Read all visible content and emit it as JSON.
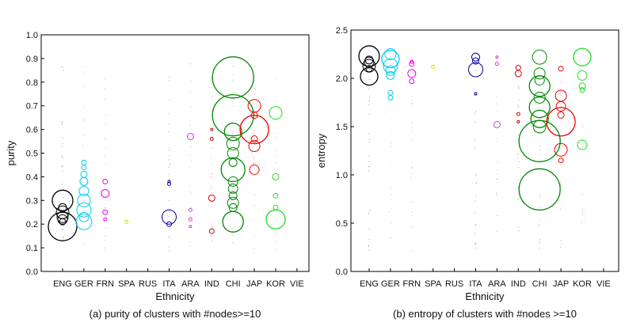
{
  "chart_data": [
    {
      "type": "scatter",
      "title": "",
      "caption": "(a) purity of clusters with #nodes>=10",
      "xlabel": "Ethnicity",
      "ylabel": "purity",
      "categories": [
        "ENG",
        "GER",
        "FRN",
        "SPA",
        "RUS",
        "ITA",
        "ARA",
        "IND",
        "CHI",
        "JAP",
        "KOR",
        "VIE"
      ],
      "ylim": [
        0.0,
        1.0
      ],
      "yticks": [
        "0.0",
        "0.1",
        "0.2",
        "0.3",
        "0.4",
        "0.5",
        "0.6",
        "0.7",
        "0.8",
        "0.9",
        "1.0"
      ],
      "grid": false,
      "points": [
        {
          "cat": "ENG",
          "y": 0.19,
          "size": 18,
          "color": "#000000"
        },
        {
          "cat": "ENG",
          "y": 0.3,
          "size": 13,
          "color": "#000000"
        },
        {
          "cat": "ENG",
          "y": 0.25,
          "size": 8,
          "color": "#000000"
        },
        {
          "cat": "ENG",
          "y": 0.23,
          "size": 7,
          "color": "#000000"
        },
        {
          "cat": "ENG",
          "y": 0.22,
          "size": 6,
          "color": "#000000"
        },
        {
          "cat": "ENG",
          "y": 0.27,
          "size": 5,
          "color": "#000000"
        },
        {
          "cat": "ENG",
          "y": 0.21,
          "size": 4,
          "color": "#000000"
        },
        {
          "cat": "GER",
          "y": 0.21,
          "size": 10,
          "color": "#00ccee"
        },
        {
          "cat": "GER",
          "y": 0.26,
          "size": 9,
          "color": "#00ccee"
        },
        {
          "cat": "GER",
          "y": 0.3,
          "size": 8,
          "color": "#00ccee"
        },
        {
          "cat": "GER",
          "y": 0.34,
          "size": 6,
          "color": "#00ccee"
        },
        {
          "cat": "GER",
          "y": 0.38,
          "size": 5,
          "color": "#00ccee"
        },
        {
          "cat": "GER",
          "y": 0.41,
          "size": 4,
          "color": "#00ccee"
        },
        {
          "cat": "GER",
          "y": 0.44,
          "size": 3,
          "color": "#00ccee"
        },
        {
          "cat": "GER",
          "y": 0.46,
          "size": 3,
          "color": "#00ccee"
        },
        {
          "cat": "GER",
          "y": 0.23,
          "size": 6,
          "color": "#00ccee"
        },
        {
          "cat": "FRN",
          "y": 0.33,
          "size": 5,
          "color": "#ee00ee"
        },
        {
          "cat": "FRN",
          "y": 0.38,
          "size": 3,
          "color": "#ee00ee"
        },
        {
          "cat": "FRN",
          "y": 0.25,
          "size": 3,
          "color": "#ee00ee"
        },
        {
          "cat": "FRN",
          "y": 0.22,
          "size": 2,
          "color": "#ee00ee"
        },
        {
          "cat": "SPA",
          "y": 0.21,
          "size": 2,
          "color": "#dddd00"
        },
        {
          "cat": "ITA",
          "y": 0.23,
          "size": 9,
          "color": "#000099"
        },
        {
          "cat": "ITA",
          "y": 0.2,
          "size": 3,
          "color": "#000099"
        },
        {
          "cat": "ITA",
          "y": 0.37,
          "size": 2,
          "color": "#000099"
        },
        {
          "cat": "ITA",
          "y": 0.38,
          "size": 1.5,
          "color": "#000099"
        },
        {
          "cat": "ARA",
          "y": 0.57,
          "size": 4,
          "color": "#cc44cc"
        },
        {
          "cat": "ARA",
          "y": 0.26,
          "size": 2,
          "color": "#cc44cc"
        },
        {
          "cat": "ARA",
          "y": 0.22,
          "size": 2,
          "color": "#cc44cc"
        },
        {
          "cat": "ARA",
          "y": 0.19,
          "size": 1.5,
          "color": "#cc44cc"
        },
        {
          "cat": "IND",
          "y": 0.31,
          "size": 4,
          "color": "#cc0000"
        },
        {
          "cat": "IND",
          "y": 0.17,
          "size": 3,
          "color": "#cc0000"
        },
        {
          "cat": "IND",
          "y": 0.56,
          "size": 2,
          "color": "#cc0000"
        },
        {
          "cat": "IND",
          "y": 0.6,
          "size": 1.5,
          "color": "#cc0000"
        },
        {
          "cat": "CHI",
          "y": 0.82,
          "size": 26,
          "color": "#008800"
        },
        {
          "cat": "CHI",
          "y": 0.66,
          "size": 26,
          "color": "#008800"
        },
        {
          "cat": "CHI",
          "y": 0.43,
          "size": 15,
          "color": "#008800"
        },
        {
          "cat": "CHI",
          "y": 0.21,
          "size": 13,
          "color": "#008800"
        },
        {
          "cat": "CHI",
          "y": 0.59,
          "size": 11,
          "color": "#008800"
        },
        {
          "cat": "CHI",
          "y": 0.54,
          "size": 8,
          "color": "#008800"
        },
        {
          "cat": "CHI",
          "y": 0.5,
          "size": 7,
          "color": "#008800"
        },
        {
          "cat": "CHI",
          "y": 0.38,
          "size": 6,
          "color": "#008800"
        },
        {
          "cat": "CHI",
          "y": 0.35,
          "size": 6,
          "color": "#008800"
        },
        {
          "cat": "CHI",
          "y": 0.32,
          "size": 5,
          "color": "#008800"
        },
        {
          "cat": "CHI",
          "y": 0.29,
          "size": 7,
          "color": "#008800"
        },
        {
          "cat": "CHI",
          "y": 0.27,
          "size": 5,
          "color": "#008800"
        },
        {
          "cat": "CHI",
          "y": 0.46,
          "size": 5,
          "color": "#008800"
        },
        {
          "cat": "JAP",
          "y": 0.6,
          "size": 18,
          "color": "#ee0000"
        },
        {
          "cat": "JAP",
          "y": 0.7,
          "size": 8,
          "color": "#ee0000"
        },
        {
          "cat": "JAP",
          "y": 0.53,
          "size": 7,
          "color": "#ee0000"
        },
        {
          "cat": "JAP",
          "y": 0.43,
          "size": 6,
          "color": "#ee0000"
        },
        {
          "cat": "JAP",
          "y": 0.66,
          "size": 4,
          "color": "#ee0000"
        },
        {
          "cat": "JAP",
          "y": 0.56,
          "size": 4,
          "color": "#ee0000"
        },
        {
          "cat": "KOR",
          "y": 0.22,
          "size": 12,
          "color": "#22dd22"
        },
        {
          "cat": "KOR",
          "y": 0.67,
          "size": 8,
          "color": "#22dd22"
        },
        {
          "cat": "KOR",
          "y": 0.4,
          "size": 4,
          "color": "#22dd22"
        },
        {
          "cat": "KOR",
          "y": 0.32,
          "size": 3,
          "color": "#22dd22"
        },
        {
          "cat": "KOR",
          "y": 0.27,
          "size": 3,
          "color": "#22dd22"
        }
      ]
    },
    {
      "type": "scatter",
      "title": "",
      "caption": "(b) entropy of clusters with #nodes >=10",
      "xlabel": "Ethnicity",
      "ylabel": "entropy",
      "categories": [
        "ENG",
        "GER",
        "FRN",
        "SPA",
        "RUS",
        "ITA",
        "ARA",
        "IND",
        "CHI",
        "JAP",
        "KOR",
        "VIE"
      ],
      "ylim": [
        0.0,
        2.5
      ],
      "yticks": [
        "0.0",
        "0.5",
        "1.0",
        "1.5",
        "2.0",
        "2.5"
      ],
      "grid": false,
      "points": [
        {
          "cat": "ENG",
          "y": 2.23,
          "size": 13,
          "color": "#000000"
        },
        {
          "cat": "ENG",
          "y": 2.02,
          "size": 11,
          "color": "#000000"
        },
        {
          "cat": "ENG",
          "y": 2.13,
          "size": 8,
          "color": "#000000"
        },
        {
          "cat": "ENG",
          "y": 2.17,
          "size": 6,
          "color": "#000000"
        },
        {
          "cat": "ENG",
          "y": 2.19,
          "size": 5,
          "color": "#000000"
        },
        {
          "cat": "ENG",
          "y": 2.1,
          "size": 4,
          "color": "#000000"
        },
        {
          "cat": "GER",
          "y": 2.2,
          "size": 11,
          "color": "#00ccee"
        },
        {
          "cat": "GER",
          "y": 2.13,
          "size": 9,
          "color": "#00ccee"
        },
        {
          "cat": "GER",
          "y": 2.25,
          "size": 7,
          "color": "#00ccee"
        },
        {
          "cat": "GER",
          "y": 2.08,
          "size": 6,
          "color": "#00ccee"
        },
        {
          "cat": "GER",
          "y": 2.03,
          "size": 5,
          "color": "#00ccee"
        },
        {
          "cat": "GER",
          "y": 1.85,
          "size": 3,
          "color": "#00ccee"
        },
        {
          "cat": "GER",
          "y": 1.8,
          "size": 3,
          "color": "#00ccee"
        },
        {
          "cat": "FRN",
          "y": 2.05,
          "size": 5,
          "color": "#ee00ee"
        },
        {
          "cat": "FRN",
          "y": 2.15,
          "size": 3,
          "color": "#ee00ee"
        },
        {
          "cat": "FRN",
          "y": 1.97,
          "size": 3,
          "color": "#ee00ee"
        },
        {
          "cat": "FRN",
          "y": 2.17,
          "size": 2,
          "color": "#ee00ee"
        },
        {
          "cat": "SPA",
          "y": 2.12,
          "size": 2,
          "color": "#dddd00"
        },
        {
          "cat": "ITA",
          "y": 2.09,
          "size": 9,
          "color": "#000099"
        },
        {
          "cat": "ITA",
          "y": 2.22,
          "size": 5,
          "color": "#000099"
        },
        {
          "cat": "ITA",
          "y": 2.18,
          "size": 4,
          "color": "#000099"
        },
        {
          "cat": "ITA",
          "y": 1.84,
          "size": 1.5,
          "color": "#000099"
        },
        {
          "cat": "ARA",
          "y": 1.52,
          "size": 4,
          "color": "#cc44cc"
        },
        {
          "cat": "ARA",
          "y": 2.15,
          "size": 2,
          "color": "#cc44cc"
        },
        {
          "cat": "ARA",
          "y": 2.22,
          "size": 1.5,
          "color": "#cc44cc"
        },
        {
          "cat": "IND",
          "y": 2.05,
          "size": 4,
          "color": "#cc0000"
        },
        {
          "cat": "IND",
          "y": 2.11,
          "size": 3,
          "color": "#cc0000"
        },
        {
          "cat": "IND",
          "y": 1.63,
          "size": 2,
          "color": "#cc0000"
        },
        {
          "cat": "IND",
          "y": 1.55,
          "size": 1.5,
          "color": "#cc0000"
        },
        {
          "cat": "CHI",
          "y": 0.85,
          "size": 26,
          "color": "#008800"
        },
        {
          "cat": "CHI",
          "y": 1.35,
          "size": 26,
          "color": "#008800"
        },
        {
          "cat": "CHI",
          "y": 1.7,
          "size": 13,
          "color": "#008800"
        },
        {
          "cat": "CHI",
          "y": 1.92,
          "size": 13,
          "color": "#008800"
        },
        {
          "cat": "CHI",
          "y": 1.58,
          "size": 11,
          "color": "#008800"
        },
        {
          "cat": "CHI",
          "y": 2.22,
          "size": 9,
          "color": "#008800"
        },
        {
          "cat": "CHI",
          "y": 2.05,
          "size": 7,
          "color": "#008800"
        },
        {
          "cat": "CHI",
          "y": 1.8,
          "size": 7,
          "color": "#008800"
        },
        {
          "cat": "CHI",
          "y": 1.5,
          "size": 8,
          "color": "#008800"
        },
        {
          "cat": "CHI",
          "y": 1.98,
          "size": 6,
          "color": "#008800"
        },
        {
          "cat": "JAP",
          "y": 1.55,
          "size": 18,
          "color": "#ee0000"
        },
        {
          "cat": "JAP",
          "y": 1.26,
          "size": 8,
          "color": "#ee0000"
        },
        {
          "cat": "JAP",
          "y": 1.82,
          "size": 7,
          "color": "#ee0000"
        },
        {
          "cat": "JAP",
          "y": 1.71,
          "size": 6,
          "color": "#ee0000"
        },
        {
          "cat": "JAP",
          "y": 1.62,
          "size": 4,
          "color": "#ee0000"
        },
        {
          "cat": "JAP",
          "y": 2.1,
          "size": 3,
          "color": "#ee0000"
        },
        {
          "cat": "JAP",
          "y": 1.15,
          "size": 3,
          "color": "#ee0000"
        },
        {
          "cat": "KOR",
          "y": 2.22,
          "size": 11,
          "color": "#22dd22"
        },
        {
          "cat": "KOR",
          "y": 2.03,
          "size": 6,
          "color": "#22dd22"
        },
        {
          "cat": "KOR",
          "y": 1.31,
          "size": 6,
          "color": "#22dd22"
        },
        {
          "cat": "KOR",
          "y": 1.92,
          "size": 4,
          "color": "#22dd22"
        },
        {
          "cat": "KOR",
          "y": 1.88,
          "size": 3,
          "color": "#22dd22"
        }
      ]
    }
  ]
}
